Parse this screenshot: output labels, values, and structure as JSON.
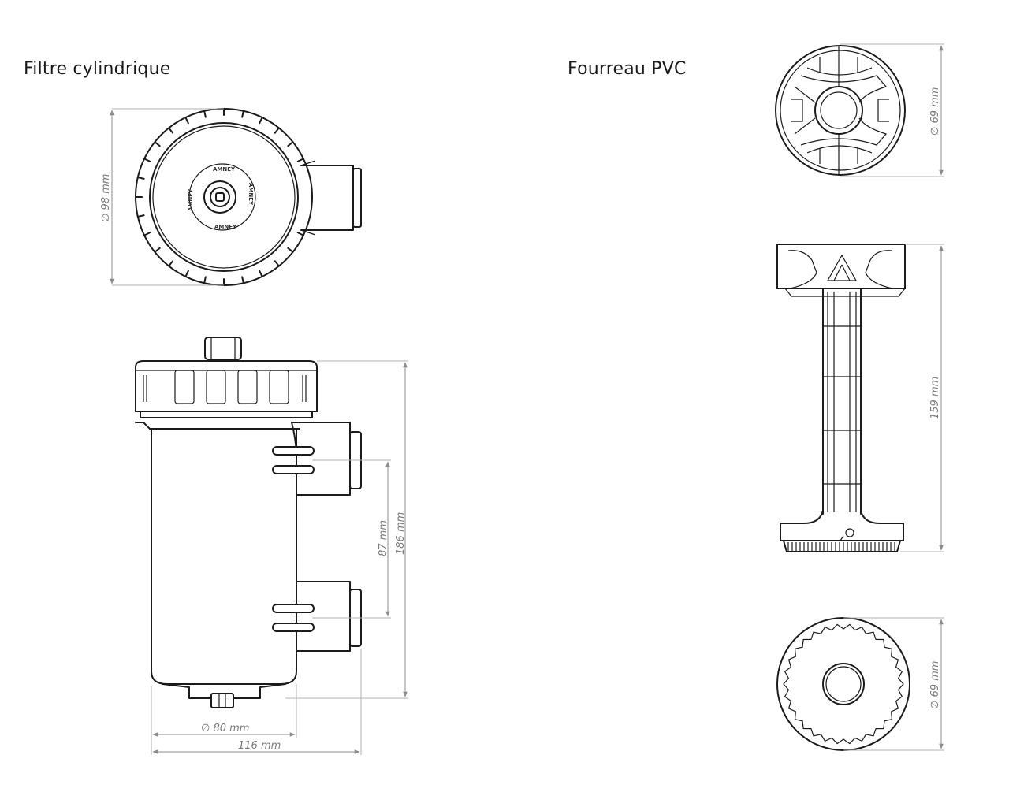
{
  "titles": {
    "left": "Filtre cylindrique",
    "right": "Fourreau PVC"
  },
  "dimensions": {
    "filter_top_diameter": "∅ 98 mm",
    "filter_height": "186 mm",
    "filter_port_spacing": "87 mm",
    "filter_body_diameter": "∅ 80 mm",
    "filter_total_width": "116 mm",
    "sleeve_top_diameter": "∅ 69 mm",
    "sleeve_height": "159 mm",
    "sleeve_bottom_diameter": "∅ 69 mm"
  },
  "brand_marks": [
    "AMNEY",
    "AMNEY",
    "AMNEY",
    "AMNEY"
  ]
}
